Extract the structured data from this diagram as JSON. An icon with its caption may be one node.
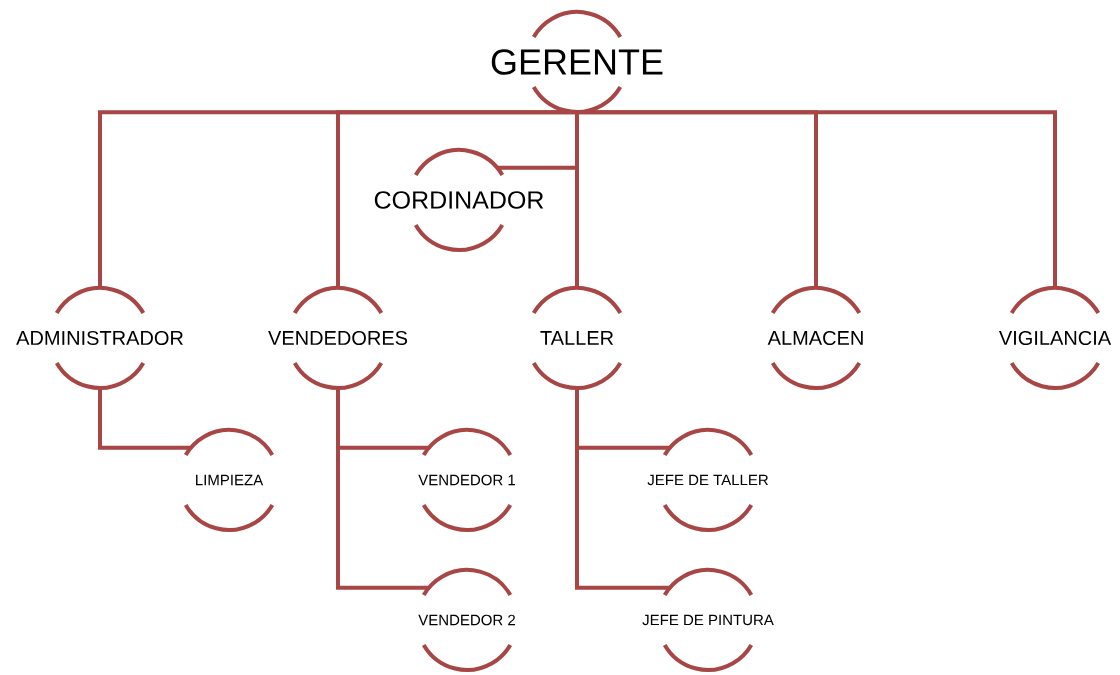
{
  "diagram": {
    "nodes": [
      {
        "text": [
          "GERENTE"
        ]
      },
      {
        "text": [
          "CORDINADOR"
        ]
      },
      {
        "text": [
          "ADMINISTRADOR"
        ]
      },
      {
        "text": [
          "VENDEDORES"
        ]
      },
      {
        "text": [
          "TALLER"
        ]
      },
      {
        "text": [
          "ALMACEN"
        ]
      },
      {
        "text": [
          "VIGILANCIA"
        ]
      },
      {
        "text": [
          "LIMPIEZA"
        ]
      },
      {
        "text": [
          "VENDEDOR 1"
        ]
      },
      {
        "text": [
          "VENDEDOR 2"
        ]
      },
      {
        "text": [
          "JEFE DE TALLER"
        ]
      },
      {
        "text": [
          "JEFE DE PINTURA"
        ]
      }
    ],
    "edges": [
      {
        "from": 0,
        "to": 1,
        "arrow": "none"
      },
      {
        "from": 0,
        "to": 2,
        "arrow": "none"
      },
      {
        "from": 0,
        "to": 3,
        "arrow": "none"
      },
      {
        "from": 0,
        "to": 4,
        "arrow": "none"
      },
      {
        "from": 0,
        "to": 5,
        "arrow": "none"
      },
      {
        "from": 0,
        "to": 6,
        "arrow": "none"
      },
      {
        "from": 2,
        "to": 7,
        "arrow": "none"
      },
      {
        "from": 3,
        "to": 8,
        "arrow": "none"
      },
      {
        "from": 3,
        "to": 9,
        "arrow": "none"
      },
      {
        "from": 4,
        "to": 10,
        "arrow": "none"
      },
      {
        "from": 4,
        "to": 11,
        "arrow": "none"
      }
    ]
  }
}
